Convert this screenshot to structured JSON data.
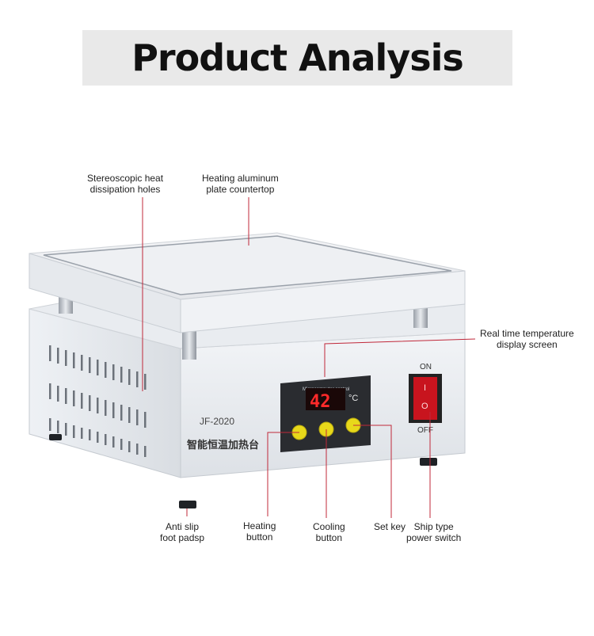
{
  "title": "Product Analysis",
  "device": {
    "model": "JF-2020",
    "chinese_name": "智能恒温加热台",
    "panel_caption": "Microcomputer control",
    "display_reading": "42",
    "display_unit": "°C",
    "switch_on": "ON",
    "switch_off": "OFF",
    "switch_on_mark": "I",
    "switch_off_mark": "O"
  },
  "callouts": {
    "dissipation": [
      "Stereoscopic heat",
      "dissipation holes"
    ],
    "plate": [
      "Heating aluminum",
      "plate countertop"
    ],
    "display": [
      "Real time temperature",
      "display screen"
    ],
    "foot": [
      "Anti slip",
      "foot padsp"
    ],
    "heating": [
      "Heating",
      "button"
    ],
    "cooling": [
      "Cooling",
      "button"
    ],
    "set": [
      "Set key"
    ],
    "switch": [
      "Ship type",
      "power switch"
    ]
  },
  "colors": {
    "callout_line": "#c0283a",
    "button_yellow": "#e8d81a",
    "display_red": "#ff2a2a",
    "switch_red": "#c8141e"
  },
  "icons": [
    "vent-icon",
    "foot-pad-icon",
    "rocker-switch-icon"
  ]
}
